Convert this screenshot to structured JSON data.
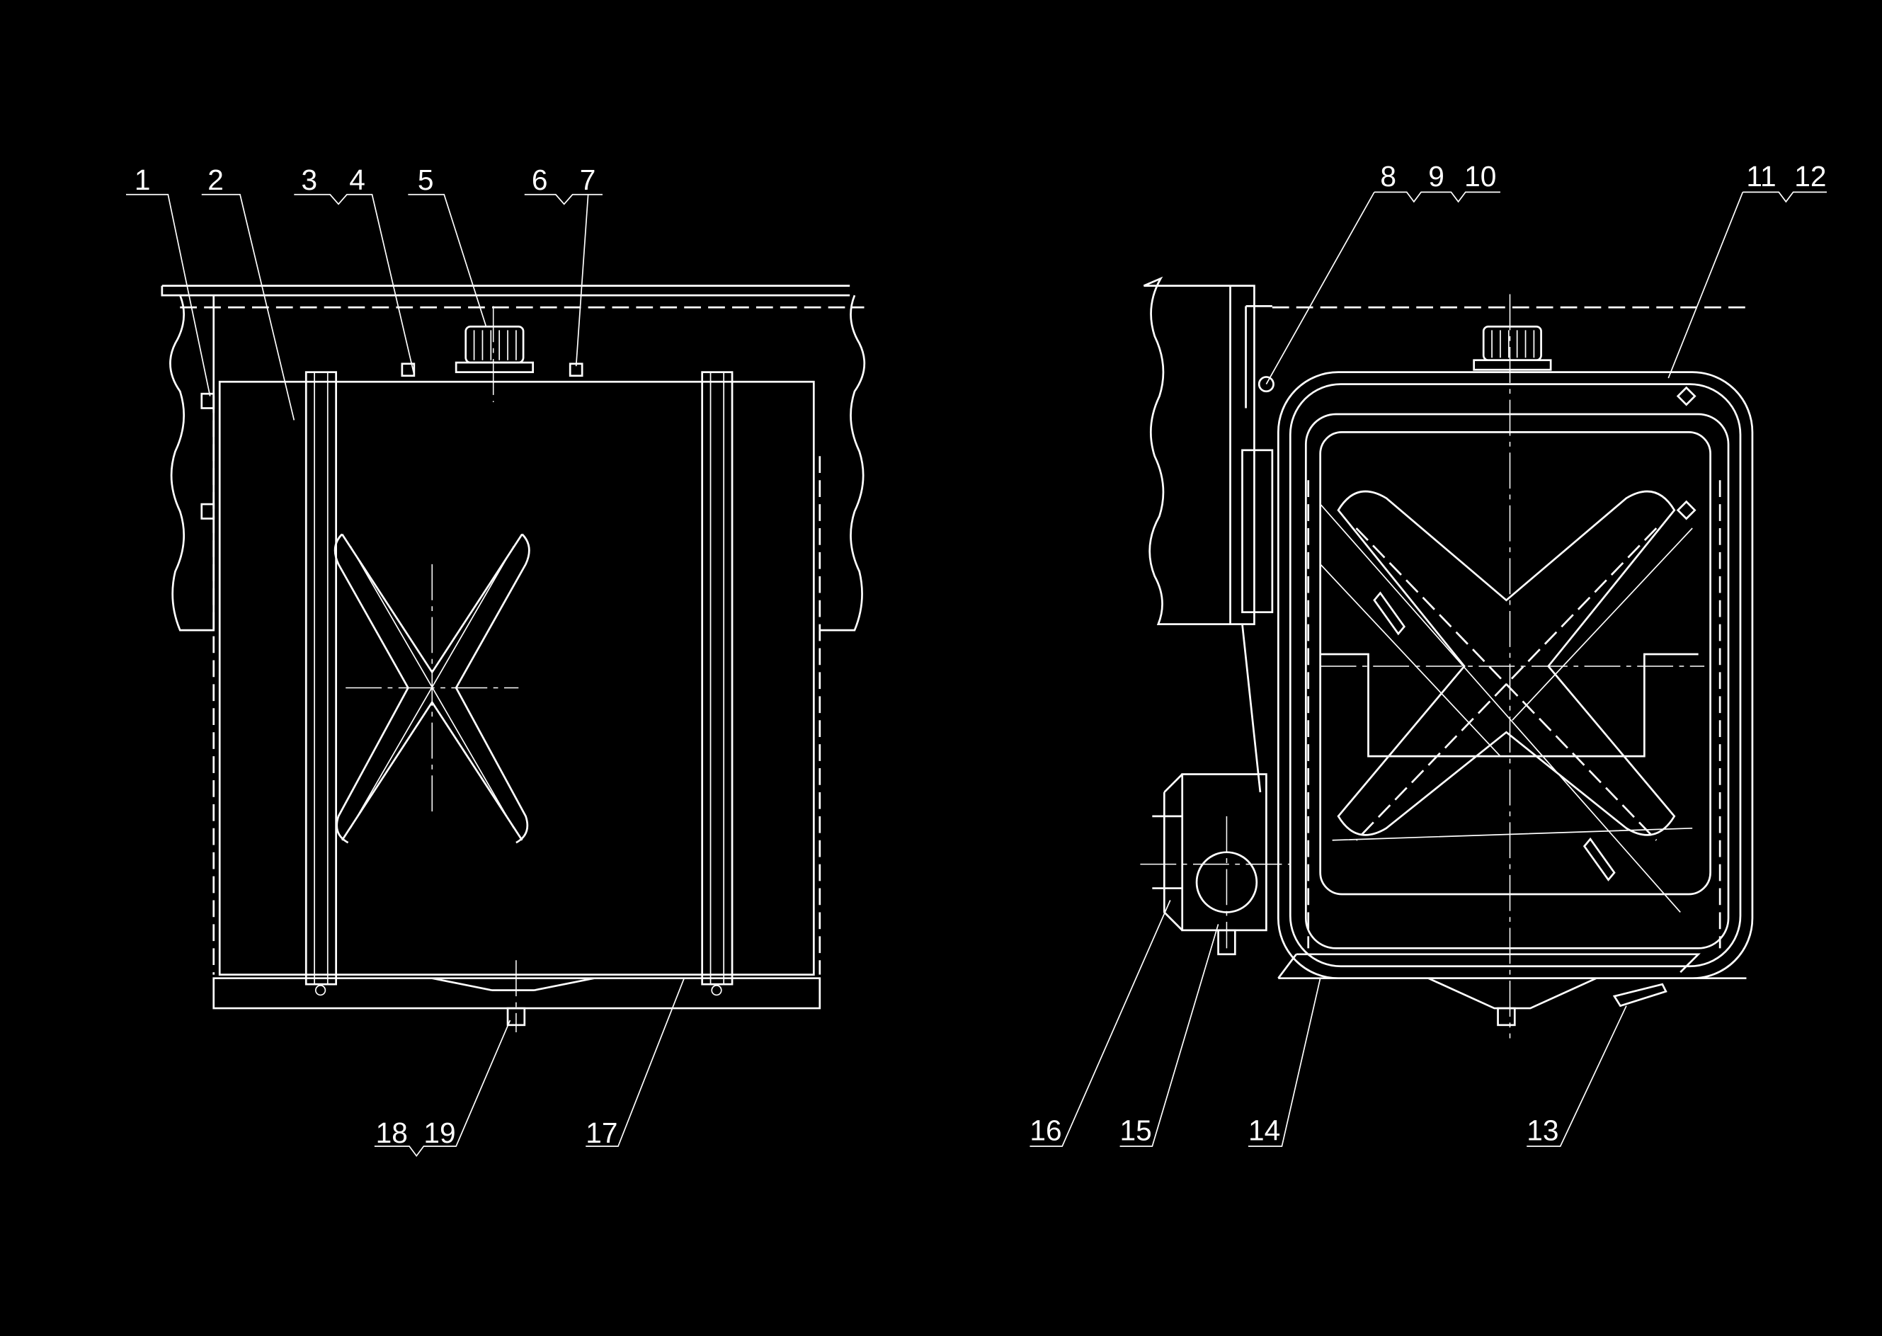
{
  "drawing": {
    "colors": {
      "background": "#000000",
      "lines": "#ffffff"
    },
    "left_view_labels": [
      "1",
      "2",
      "3",
      "4",
      "5",
      "6",
      "7",
      "17",
      "18",
      "19"
    ],
    "right_view_labels": [
      "8",
      "9",
      "10",
      "11",
      "12",
      "13",
      "14",
      "15",
      "16"
    ],
    "labels": {
      "l1": "1",
      "l2": "2",
      "l3": "3",
      "l4": "4",
      "l5": "5",
      "l6": "6",
      "l7": "7",
      "l8": "8",
      "l9": "9",
      "l10": "10",
      "l11": "11",
      "l12": "12",
      "l13": "13",
      "l14": "14",
      "l15": "15",
      "l16": "16",
      "l17": "17",
      "l18": "18",
      "l19": "19"
    }
  }
}
